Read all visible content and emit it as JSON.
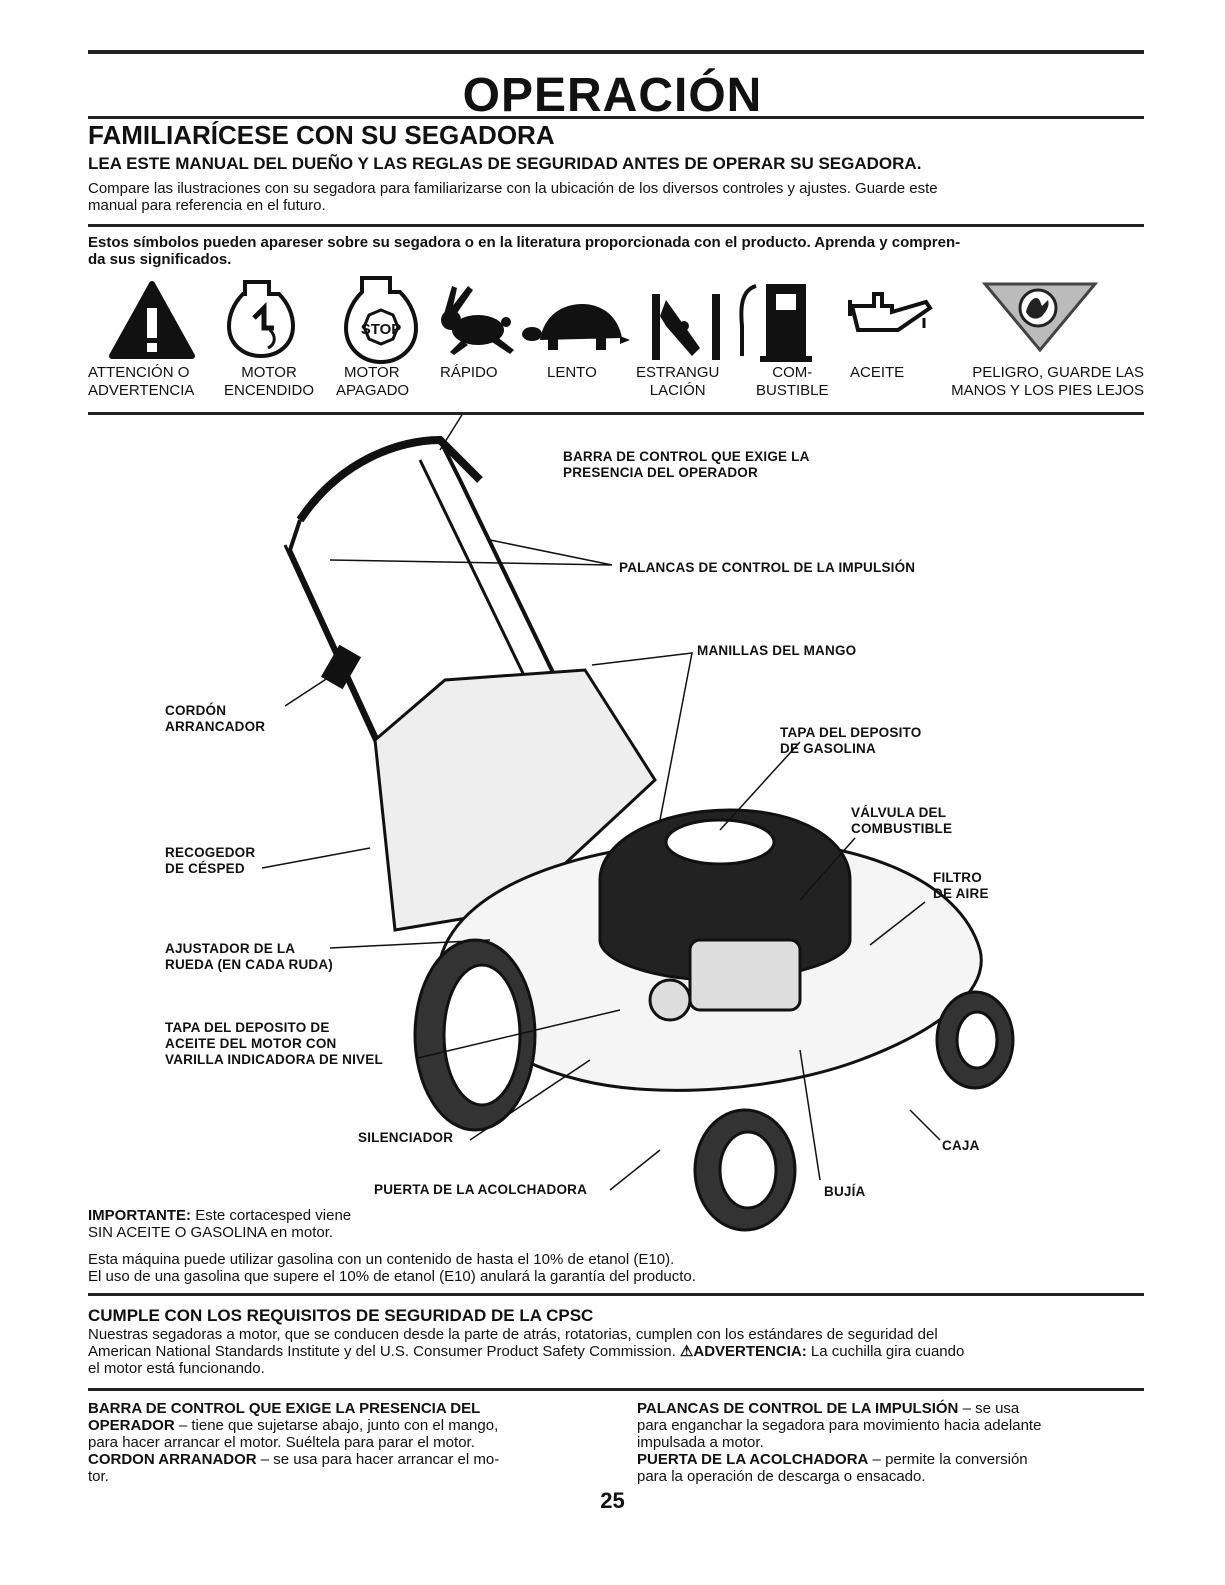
{
  "page": {
    "title": "OPERACIÓN",
    "heading": "FAMILIARÍCESE CON SU SEGADORA",
    "subheading": "LEA ESTE MANUAL DEL DUEÑO Y LAS REGLAS DE SEGURIDAD ANTES DE OPERAR SU SEGADORA.",
    "intro_line1": "Compare las ilustraciones con su segadora para familiarizarse con la ubicación de los diversos controles y ajustes. Guarde este",
    "intro_line2": "manual para referencia en el futuro.",
    "symbols_intro_line1": "Estos símbolos pueden apareser sobre su segadora o en la literatura proporcionada con el producto. Aprenda y compren-",
    "symbols_intro_line2": "da sus significados.",
    "page_number": "25"
  },
  "symbols": [
    {
      "icon": "warning-triangle-icon",
      "line1": "ATTENCIÓN O",
      "line2": "ADVERTENCIA"
    },
    {
      "icon": "engine-start-icon",
      "line1": "MOTOR",
      "line2": "ENCENDIDO"
    },
    {
      "icon": "engine-stop-icon",
      "line1": "MOTOR",
      "line2": "APAGADO",
      "stop_text": "STOP"
    },
    {
      "icon": "rabbit-icon",
      "line1": "RÁPIDO",
      "line2": ""
    },
    {
      "icon": "turtle-icon",
      "line1": "LENTO",
      "line2": ""
    },
    {
      "icon": "choke-icon",
      "line1": "ESTRANGU",
      "line2": "LACIÓN"
    },
    {
      "icon": "fuel-pump-icon",
      "line1": "COM-",
      "line2": "BUSTIBLE"
    },
    {
      "icon": "oil-can-icon",
      "line1": "ACEITE",
      "line2": ""
    },
    {
      "icon": "hand-danger-icon",
      "line1": "PELIGRO, GUARDE LAS",
      "line2": "MANOS Y LOS PIES LEJOS"
    }
  ],
  "callouts": {
    "barra_1": "BARRA DE CONTROL QUE EXIGE LA",
    "barra_2": "PRESENCIA DEL OPERADOR",
    "palancas": "PALANCAS DE CONTROL DE LA IMPULSIÓN",
    "manillas": "MANILLAS DEL MANGO",
    "cordon_1": "CORDÓN",
    "cordon_2": "ARRANCADOR",
    "tapa_gas_1": "TAPA DEL DEPOSITO",
    "tapa_gas_2": "DE GASOLINA",
    "valvula_1": "VÁLVULA DEL",
    "valvula_2": "COMBUSTIBLE",
    "recogedor_1": "RECOGEDOR",
    "recogedor_2": "DE CÉSPED",
    "filtro_1": "FILTRO",
    "filtro_2": "DE AIRE",
    "ajustador_1": "AJUSTADOR DE LA",
    "ajustador_2": "RUEDA (EN CADA RUDA)",
    "aceite_1": "TAPA DEL DEPOSITO DE",
    "aceite_2": "ACEITE DEL MOTOR CON",
    "aceite_3": "VARILLA INDICADORA DE NIVEL",
    "silenciador": "SILENCIADOR",
    "caja": "CAJA",
    "puerta": "PUERTA DE LA ACOLCHADORA",
    "bujia": "BUJÍA"
  },
  "important": {
    "label": "IMPORTANTE:",
    "text1": " Este cortacesped viene",
    "text2": "SIN ACEITE O GASOLINA en motor."
  },
  "ethanol": {
    "line1": "Esta máquina puede utilizar gasolina con un contenido de hasta el 10% de etanol (E10).",
    "line2": "El uso de una gasolina que supere el 10% de etanol (E10) anulará la garantía del producto."
  },
  "cpsc": {
    "heading": "CUMPLE CON LOS REQUISITOS DE SEGURIDAD DE LA CPSC",
    "line1": "Nuestras segadoras a motor, que se conducen desde la parte de atrás, rotatorias, cumplen con los estándares de seguridad del",
    "line2a": "American National Standards Institute y del U.S. Consumer Product Safety Commission. ",
    "warning_label": "ADVERTENCIA:",
    "line2b": " La cuchilla gira cuando",
    "line3": "el motor está funcionando."
  },
  "definitions": {
    "left": [
      {
        "term": "BARRA DE CONTROL QUE EXIGE LA PRESENCIA DEL",
        "term2": "OPERADOR",
        "desc": " – tiene que sujetarse abajo, junto con el mango,",
        "desc2": "para hacer arrancar el motor. Suéltela para parar el motor."
      },
      {
        "term": "CORDON ARRANADOR",
        "desc": " – se usa para hacer arrancar el mo-",
        "desc2": "tor."
      }
    ],
    "right": [
      {
        "term": "PALANCAS DE CONTROL DE LA IMPULSIÓN",
        "desc": " – se usa",
        "desc2": "para enganchar la segadora para movimiento hacia adelante",
        "desc3": "impulsada a motor."
      },
      {
        "term": "PUERTA DE LA ACOLCHADORA",
        "desc": " – permite la conversión",
        "desc2": "para la operación de descarga o ensacado."
      }
    ]
  }
}
